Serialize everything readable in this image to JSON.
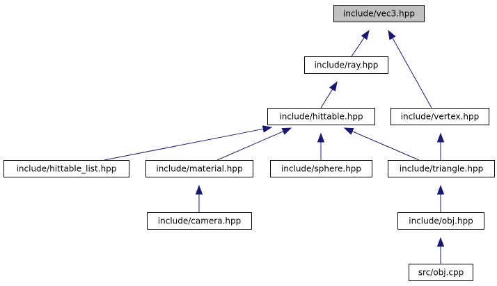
{
  "graph": {
    "nodes": [
      {
        "id": "vec3",
        "label": "include/vec3.hpp",
        "highlighted": true
      },
      {
        "id": "ray",
        "label": "include/ray.hpp"
      },
      {
        "id": "hittable",
        "label": "include/hittable.hpp"
      },
      {
        "id": "vertex",
        "label": "include/vertex.hpp"
      },
      {
        "id": "hittable_list",
        "label": "include/hittable_list.hpp"
      },
      {
        "id": "material",
        "label": "include/material.hpp"
      },
      {
        "id": "sphere",
        "label": "include/sphere.hpp"
      },
      {
        "id": "triangle",
        "label": "include/triangle.hpp"
      },
      {
        "id": "camera",
        "label": "include/camera.hpp"
      },
      {
        "id": "obj",
        "label": "include/obj.hpp"
      },
      {
        "id": "obj_cpp",
        "label": "src/obj.cpp"
      }
    ],
    "edges": [
      {
        "from": "ray",
        "to": "vec3"
      },
      {
        "from": "vertex",
        "to": "vec3"
      },
      {
        "from": "hittable",
        "to": "ray"
      },
      {
        "from": "hittable_list",
        "to": "hittable"
      },
      {
        "from": "material",
        "to": "hittable"
      },
      {
        "from": "sphere",
        "to": "hittable"
      },
      {
        "from": "triangle",
        "to": "hittable"
      },
      {
        "from": "triangle",
        "to": "vertex"
      },
      {
        "from": "camera",
        "to": "material"
      },
      {
        "from": "obj",
        "to": "triangle"
      },
      {
        "from": "obj_cpp",
        "to": "obj"
      }
    ],
    "colors": {
      "edge": "#191970",
      "node_border": "#000000",
      "node_fill": "#ffffff",
      "highlight_fill": "#bfbfbf"
    }
  }
}
